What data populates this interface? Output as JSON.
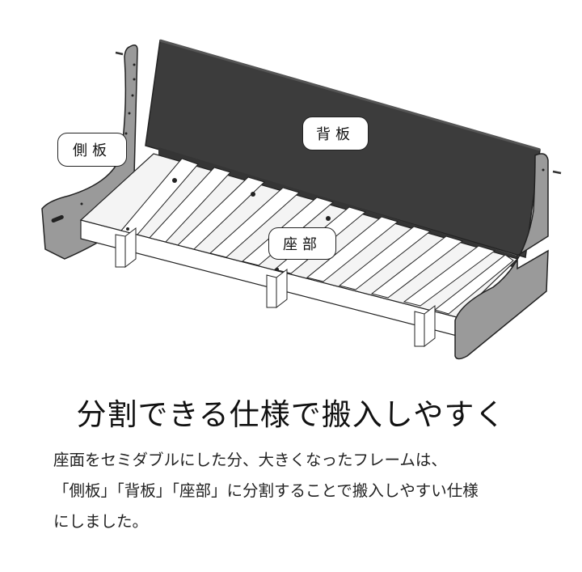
{
  "illustration": {
    "subject": "sofa-bed-frame-exploded-view",
    "colors": {
      "back_panel": "#3c3c3c",
      "side_panel": "#9a9a9a",
      "slats": "#ffffff",
      "outline": "#222222"
    },
    "labels": {
      "side_panel": "側板",
      "back_panel": "背板",
      "seat": "座部"
    }
  },
  "headline": "分割できる仕様で搬入しやすく",
  "body": {
    "lines": [
      "座面をセミダブルにした分、大きくなったフレームは、",
      "「側板」「背板」「座部」に分割することで搬入しやすい仕様",
      "にしました。"
    ]
  }
}
